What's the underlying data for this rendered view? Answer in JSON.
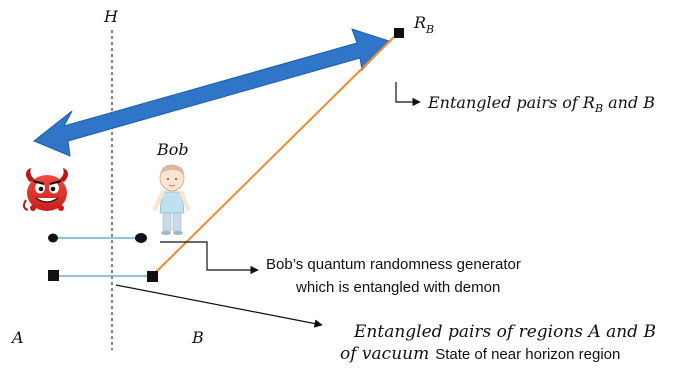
{
  "labels": {
    "horizon": "H",
    "region_a": "A",
    "region_b": "B",
    "bob": "Bob",
    "rb_main": "R",
    "rb_sub": "B"
  },
  "annotations": {
    "rb_pairs_prefix": "Entangled pairs of R",
    "rb_pairs_sub": "B",
    "rb_pairs_suffix": " and B",
    "generator_line1": "Bob’s quantum randomness generator",
    "generator_line2": "which is entangled with demon",
    "vacuum_line1": "Entangled pairs of regions A and B",
    "vacuum_line2_math": "of vacuum",
    "vacuum_line2_text": "State of near horizon region"
  },
  "colors": {
    "arrow_blue": "#2f75c8",
    "orange_line": "#f08a30",
    "pair_line": "#6baed6",
    "demon_red": "#e5302a"
  },
  "icons": {
    "demon": "demon-icon",
    "bob": "bob-person-icon"
  }
}
